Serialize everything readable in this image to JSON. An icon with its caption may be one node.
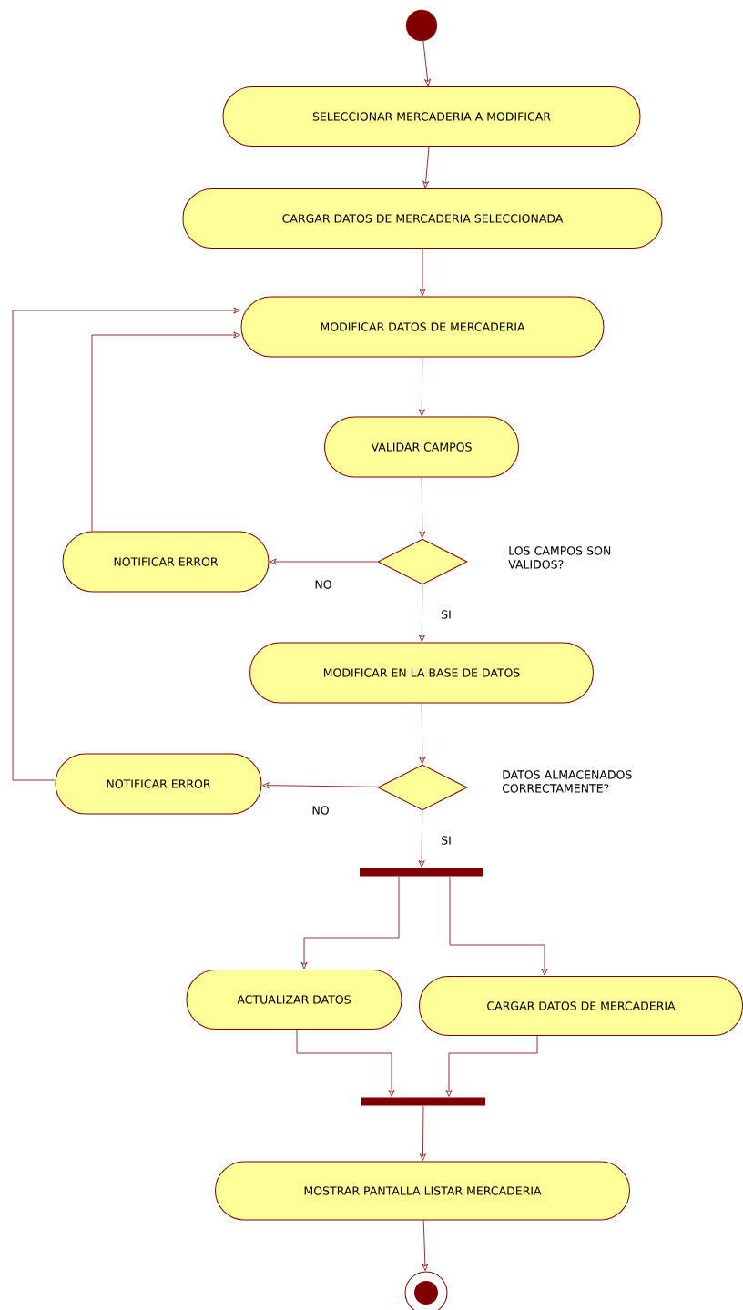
{
  "diagram": {
    "nodes": [
      {
        "text": [],
        "shape": "circle"
      },
      {
        "text": [
          "SELECCIONAR MERCADERIA A MODIFICAR"
        ]
      },
      {
        "text": [
          "CARGAR DATOS DE MERCADERIA SELECCIONADA"
        ]
      },
      {
        "text": [
          "MODIFICAR DATOS DE MERCADERIA"
        ]
      },
      {
        "text": [
          "VALIDAR CAMPOS"
        ]
      },
      {
        "text": [],
        "shape": "diamond",
        "beside": [
          "LOS CAMPOS SON VALIDOS?"
        ]
      },
      {
        "text": [
          "NOTIFICAR ERROR"
        ]
      },
      {
        "text": [
          "MODIFICAR EN LA BASE DE DATOS"
        ]
      },
      {
        "text": [],
        "shape": "diamond",
        "beside": [
          "DATOS ALMACENADOS CORRECTAMENTE?"
        ]
      },
      {
        "text": [
          "NOTIFICAR ERROR"
        ]
      },
      {
        "text": [],
        "shape": "bar"
      },
      {
        "text": [
          "ACTUALIZAR DATOS"
        ]
      },
      {
        "text": [
          "CARGAR DATOS DE MERCADERIA"
        ]
      },
      {
        "text": [],
        "shape": "bar"
      },
      {
        "text": [
          "MOSTRAR PANTALLA LISTAR MERCADERIA"
        ]
      },
      {
        "text": [],
        "shape": "circle"
      }
    ],
    "edges": [
      {
        "from": 0,
        "to": 1,
        "arrow": "to"
      },
      {
        "from": 1,
        "to": 2,
        "arrow": "to"
      },
      {
        "from": 2,
        "to": 3,
        "arrow": "to"
      },
      {
        "from": 3,
        "to": 4,
        "arrow": "to"
      },
      {
        "from": 4,
        "to": 5,
        "arrow": "to"
      },
      {
        "from": 5,
        "to": 6,
        "arrow": "to",
        "label": "NO"
      },
      {
        "from": 5,
        "to": 7,
        "arrow": "to",
        "label": "SI"
      },
      {
        "from": 6,
        "to": 3,
        "arrow": "to"
      },
      {
        "from": 7,
        "to": 8,
        "arrow": "to"
      },
      {
        "from": 8,
        "to": 9,
        "arrow": "to",
        "label": "NO"
      },
      {
        "from": 8,
        "to": 10,
        "arrow": "to",
        "label": "SI"
      },
      {
        "from": 9,
        "to": 3,
        "arrow": "to"
      },
      {
        "from": 10,
        "to": 11,
        "arrow": "to"
      },
      {
        "from": 10,
        "to": 12,
        "arrow": "to"
      },
      {
        "from": 11,
        "to": 13,
        "arrow": "to"
      },
      {
        "from": 12,
        "to": 13,
        "arrow": "to"
      },
      {
        "from": 13,
        "to": 14,
        "arrow": "to"
      },
      {
        "from": 14,
        "to": 15,
        "arrow": "to"
      }
    ]
  }
}
